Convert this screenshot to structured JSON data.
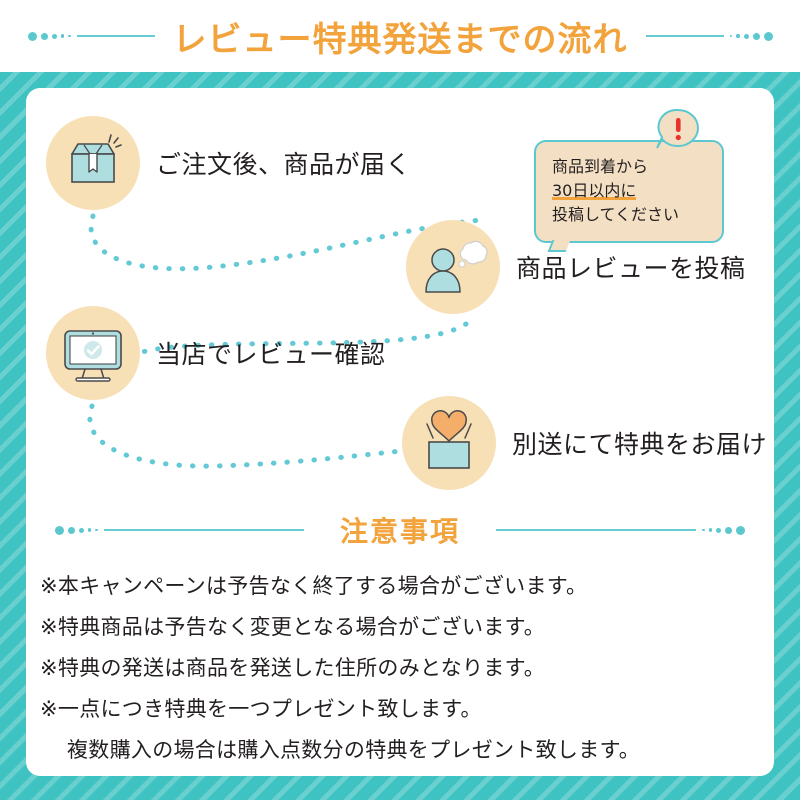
{
  "header": {
    "title": "レビュー特典発送までの流れ",
    "accent_color": "#F2A33C",
    "deco_color": "#5BC8D0"
  },
  "theme": {
    "background": "#3FC3C2",
    "card": "#FFFFFF",
    "circle": "#F7DFB6",
    "icon_teal": "#AEDEE0",
    "outline": "#4A4A4A",
    "heart": "#F5AE6A",
    "alert": "#E8352B"
  },
  "flow": {
    "steps": [
      {
        "id": "step-1",
        "icon": "package-box-icon",
        "label": "ご注文後、商品が届く"
      },
      {
        "id": "step-2",
        "icon": "person-review-icon",
        "label": "商品レビューを投稿"
      },
      {
        "id": "step-3",
        "icon": "monitor-check-icon",
        "label": "当店でレビュー確認"
      },
      {
        "id": "step-4",
        "icon": "gift-heart-icon",
        "label": "別送にて特典をお届け"
      }
    ],
    "note": {
      "lines": [
        "商品到着から",
        "30日以内に",
        "投稿してください"
      ],
      "highlight": "30日以内",
      "badge": "!"
    }
  },
  "notice": {
    "title": "注意事項",
    "items": [
      {
        "text": "※本キャンペーンは予告なく終了する場合がございます。",
        "indent": false
      },
      {
        "text": "※特典商品は予告なく変更となる場合がございます。",
        "indent": false
      },
      {
        "text": "※特典の発送は商品を発送した住所のみとなります。",
        "indent": false
      },
      {
        "text": "※一点につき特典を一つプレゼント致します。",
        "indent": false
      },
      {
        "text": "複数購入の場合は購入点数分の特典をプレゼント致します。",
        "indent": true
      }
    ]
  }
}
